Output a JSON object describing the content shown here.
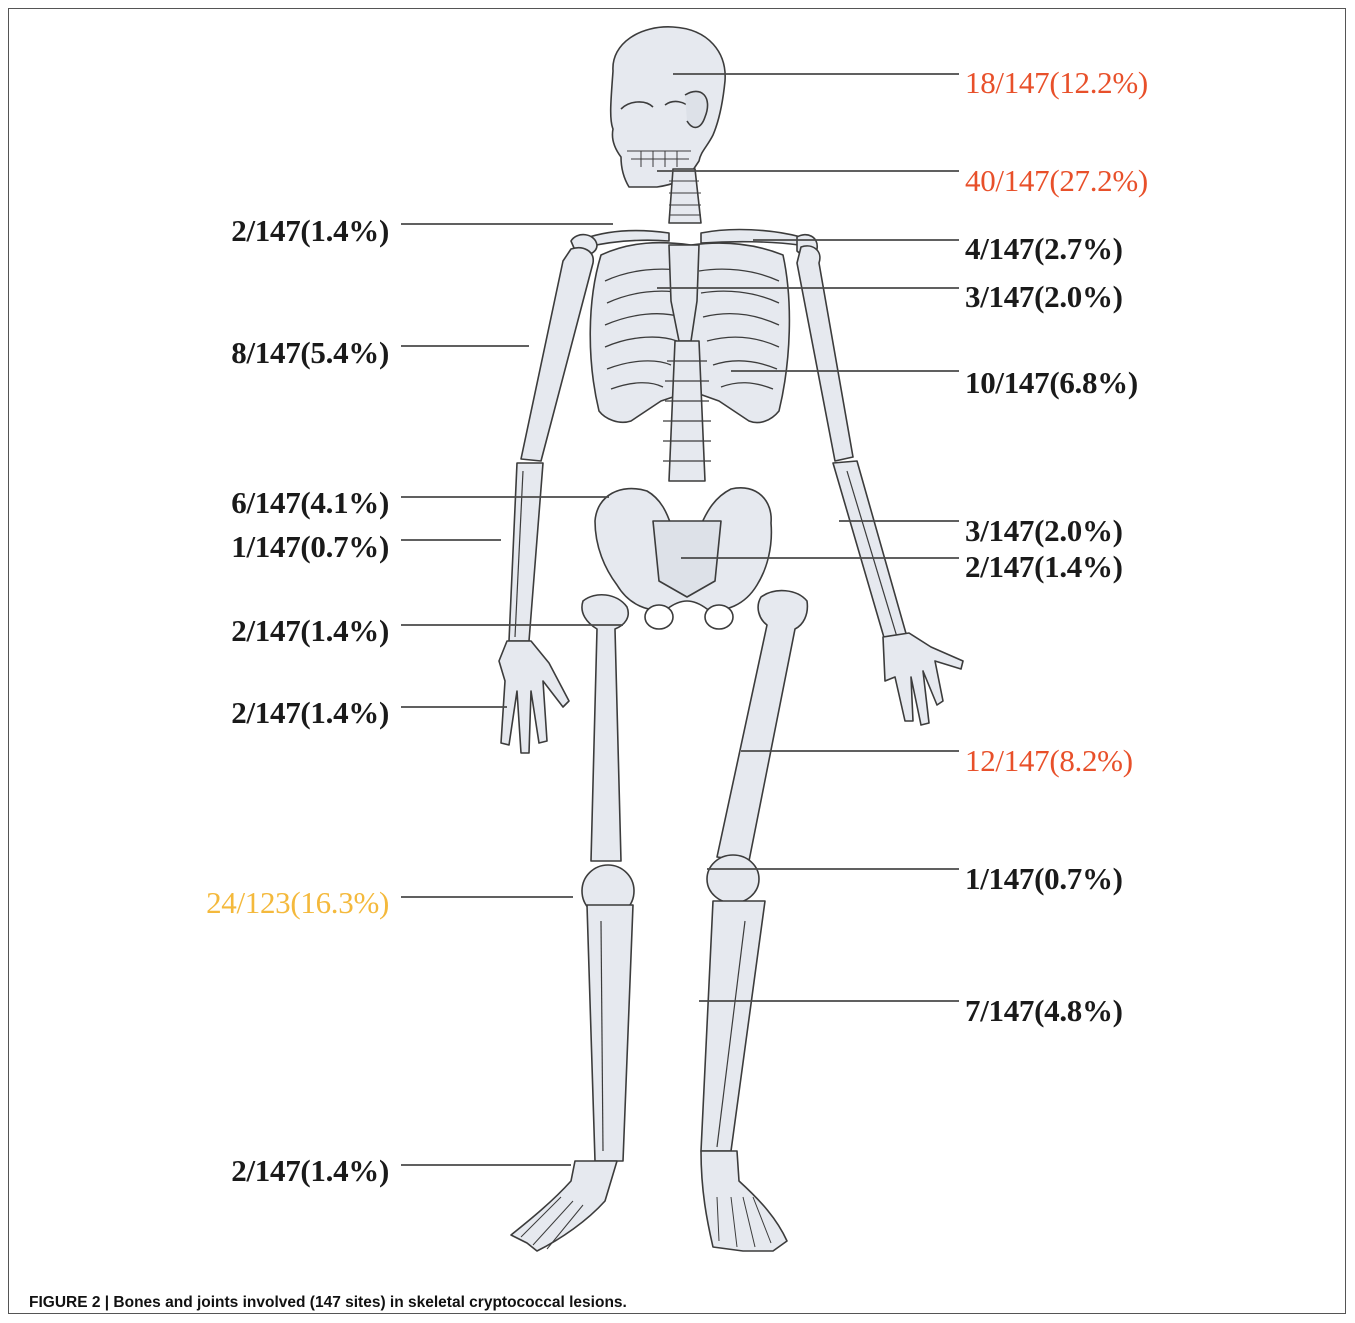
{
  "caption": "FIGURE 2 | Bones and joints involved (147 sites) in skeletal cryptococcal lesions.",
  "colors": {
    "highlight_red": "#e8502a",
    "highlight_yellow": "#f4b93c",
    "label_default": "#1a1a1a",
    "bone_fill": "#e6e9ef",
    "bone_stroke": "#3c3c3c"
  },
  "labels": [
    {
      "id": "skull",
      "text": "18/147(12.2%)",
      "color": "red"
    },
    {
      "id": "mandible",
      "text": "40/147(27.2%)",
      "color": "red"
    },
    {
      "id": "clavicle",
      "text": "2/147(1.4%)",
      "color": "black"
    },
    {
      "id": "scapula",
      "text": "4/147(2.7%)",
      "color": "black"
    },
    {
      "id": "sternum",
      "text": "3/147(2.0%)",
      "color": "black"
    },
    {
      "id": "humerus",
      "text": "8/147(5.4%)",
      "color": "black"
    },
    {
      "id": "ribs",
      "text": "10/147(6.8%)",
      "color": "black"
    },
    {
      "id": "pelvis",
      "text": "6/147(4.1%)",
      "color": "black"
    },
    {
      "id": "radius",
      "text": "1/147(0.7%)",
      "color": "black"
    },
    {
      "id": "ulna",
      "text": "3/147(2.0%)",
      "color": "black"
    },
    {
      "id": "sacrum",
      "text": "2/147(1.4%)",
      "color": "black"
    },
    {
      "id": "hip",
      "text": "2/147(1.4%)",
      "color": "black"
    },
    {
      "id": "hand",
      "text": "2/147(1.4%)",
      "color": "black"
    },
    {
      "id": "femur",
      "text": "12/147(8.2%)",
      "color": "red"
    },
    {
      "id": "knee",
      "text": "24/123(16.3%)",
      "color": "yellow"
    },
    {
      "id": "patella",
      "text": "1/147(0.7%)",
      "color": "black"
    },
    {
      "id": "tibia",
      "text": "7/147(4.8%)",
      "color": "black"
    },
    {
      "id": "ankle",
      "text": "2/147(1.4%)",
      "color": "black"
    }
  ]
}
